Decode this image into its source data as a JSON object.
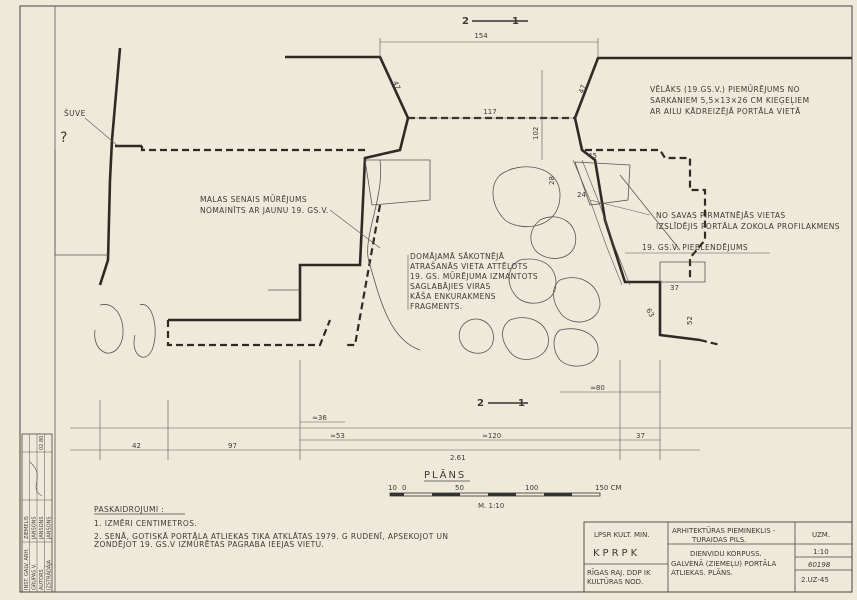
{
  "section_marks": {
    "top_left": "2",
    "top_right": "1",
    "bottom_left": "2",
    "bottom_right": "1"
  },
  "dimensions": {
    "top_width": "154",
    "chamfer_left": "47",
    "chamfer_right": "47",
    "inner_width": "117",
    "depth": "102",
    "d45": "45",
    "d28": "28",
    "d24": "24",
    "d37_right": "37",
    "d52": "52",
    "d63": "63",
    "approx80": "≈80",
    "approx36": "≈36",
    "approx53": "≈53",
    "approx120": "≈120",
    "bottom_42": "42",
    "bottom_97": "97",
    "bottom_37": "37",
    "total": "2.61"
  },
  "annotations": {
    "suve": "ŠUVE",
    "question": "?",
    "malas": [
      "MALAS SENAIS MŪRĒJUMS",
      "NOMAINĪTS AR JAUNU 19. GS.V."
    ],
    "velaks": [
      "VĒLĀKS (19.GS.V.) PIEMŪRĒJUMS NO",
      "SARKANIEM 5,5×13×26 CM KIEĢEĻIEM",
      "AR AILU KĀDREIZĒJĀ PORTĀLA VIETĀ"
    ],
    "domajama": [
      "DOMĀJAMĀ SĀKOTNĒJĀ",
      "ATRAŠANĀS VIETA ATTĒLOTS",
      "19. GS. MŪRĒJUMA IZMANTOTS",
      "SAGLABĀJIES VIRAS",
      "KĀŠA ENKURAKMENS",
      "FRAGMENTS."
    ],
    "no_savas": [
      "NO SAVAS PIRMATNĒJĀS VIETAS",
      "IZSLĪDĒJIS PORTĀLA ZOKOLA PROFILAKMENS"
    ],
    "pieblendejums": "19. GS.V. PIEBLENDĒJUMS"
  },
  "plan": {
    "title": "PLĀNS",
    "scale_labels": [
      "10",
      "0",
      "50",
      "100",
      "150 CM"
    ],
    "scale": "M. 1:10"
  },
  "notes": {
    "heading": "PASKAIDROJUMI :",
    "items": [
      "1. IZMĒRI CENTIMETROS.",
      "2. SENĀ, GOTISKĀ PORTĀLA ATLIEKAS TIKA ATKLĀTAS 1979. G RUDENĪ, APSEKOJOT UN",
      "ZONDĒJOT 19. GS.V IZMŪRĒTAS PAGRABA IEEJAS VIETU."
    ]
  },
  "title_block": {
    "org": "LPSR KULT. MIN.",
    "kprpk": "KPRPK",
    "district": [
      "RĪGAS RAJ. DDP IK",
      "KULTŪRAS NOD."
    ],
    "object": [
      "ARHITEKTŪRAS PIEMINEKLIS -",
      "TURAIDAS PILS."
    ],
    "drawing": [
      "DIENVIDU KORPUSS.",
      "GALVENĀ (ZIEMEĻU) PORTĀLA",
      "ATLIEKAS. PLĀNS."
    ],
    "code": "UZM.",
    "scale": "1:10",
    "number": "60198",
    "sheet": "2.UZ-45"
  },
  "side_stamp": {
    "roles": [
      "INST. GALV. ARH.",
      "GRUPAS V.",
      "AUTORS",
      "IZSTRĀDĀJA"
    ],
    "names": [
      "ZIEMELIS",
      "JANSONS",
      "JANSONS",
      "JANSONS"
    ],
    "date": "02.80"
  }
}
